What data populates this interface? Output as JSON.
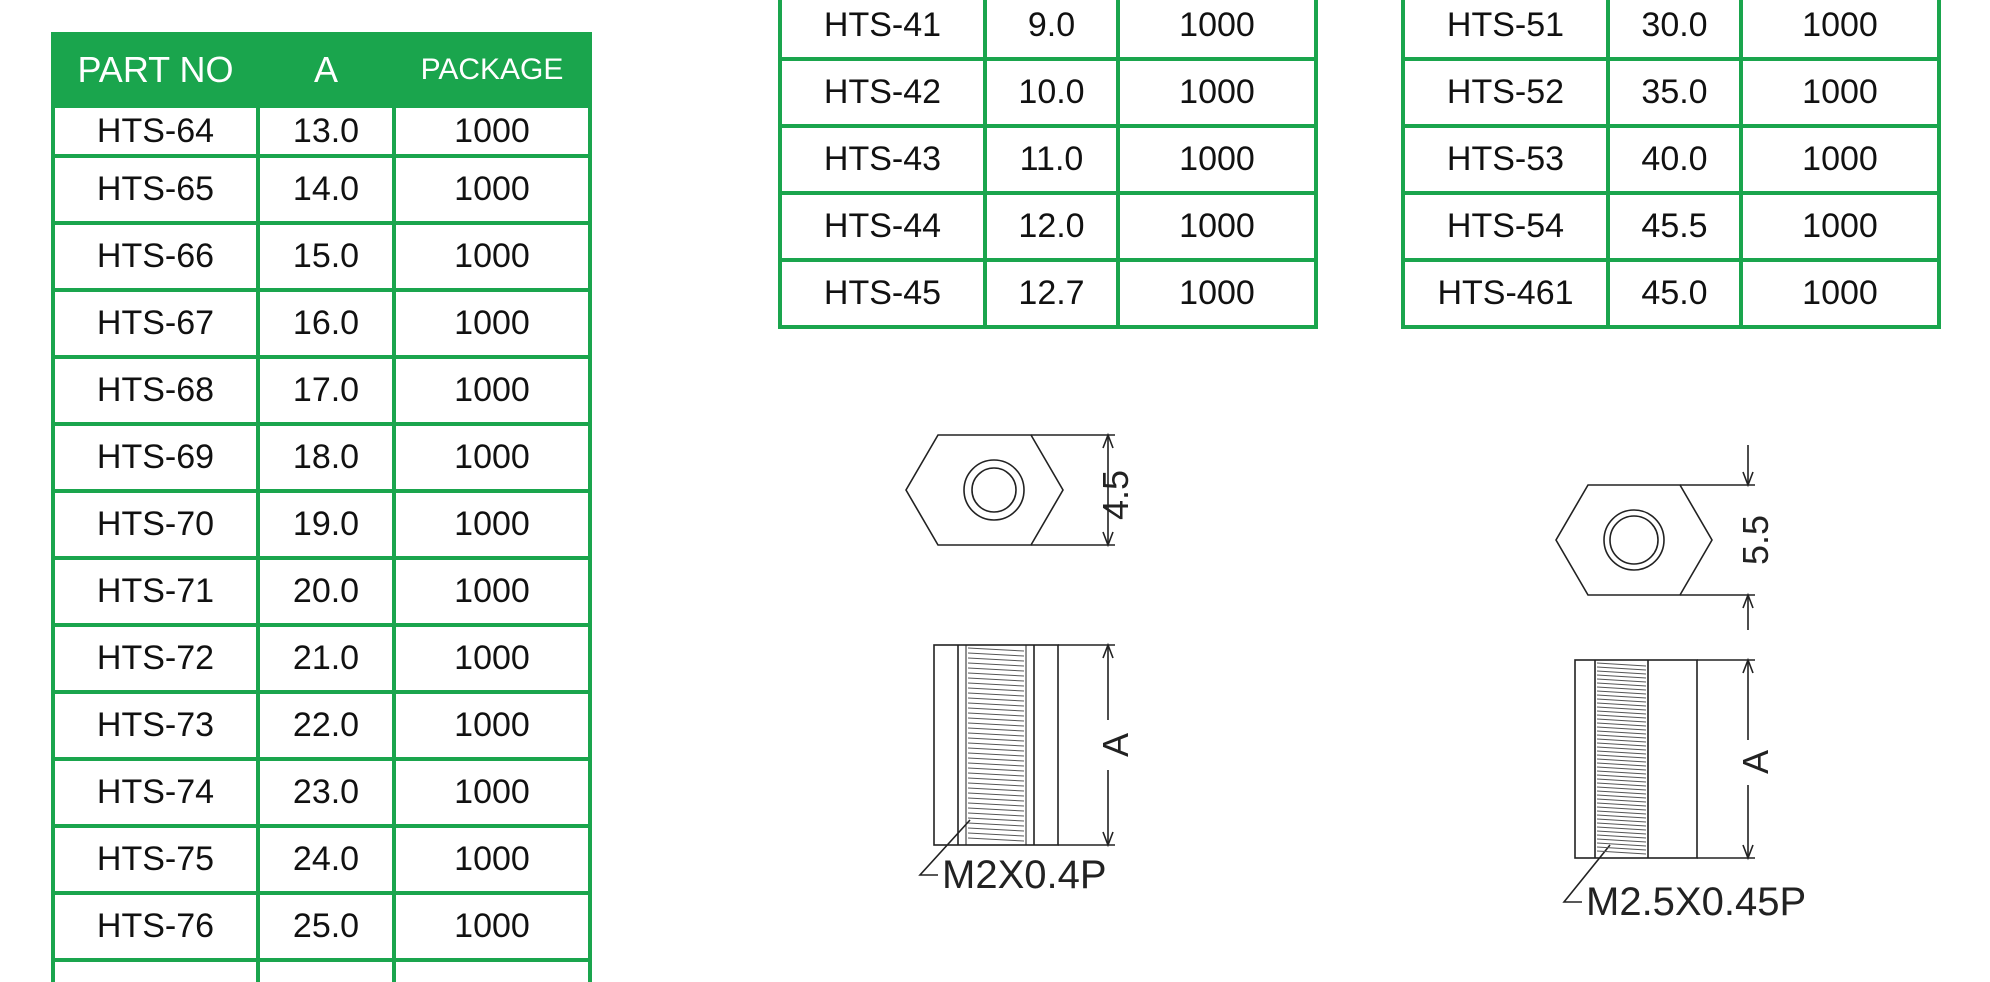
{
  "left_table": {
    "headers": {
      "part_no": "PART NO",
      "a": "A",
      "package": "PACKAGE"
    },
    "rows": [
      {
        "part": "HTS-64",
        "a": "13.0",
        "package": "1000"
      },
      {
        "part": "HTS-65",
        "a": "14.0",
        "package": "1000"
      },
      {
        "part": "HTS-66",
        "a": "15.0",
        "package": "1000"
      },
      {
        "part": "HTS-67",
        "a": "16.0",
        "package": "1000"
      },
      {
        "part": "HTS-68",
        "a": "17.0",
        "package": "1000"
      },
      {
        "part": "HTS-69",
        "a": "18.0",
        "package": "1000"
      },
      {
        "part": "HTS-70",
        "a": "19.0",
        "package": "1000"
      },
      {
        "part": "HTS-71",
        "a": "20.0",
        "package": "1000"
      },
      {
        "part": "HTS-72",
        "a": "21.0",
        "package": "1000"
      },
      {
        "part": "HTS-73",
        "a": "22.0",
        "package": "1000"
      },
      {
        "part": "HTS-74",
        "a": "23.0",
        "package": "1000"
      },
      {
        "part": "HTS-75",
        "a": "24.0",
        "package": "1000"
      },
      {
        "part": "HTS-76",
        "a": "25.0",
        "package": "1000"
      }
    ]
  },
  "middle_table": {
    "rows": [
      {
        "part": "HTS-41",
        "a": "9.0",
        "package": "1000"
      },
      {
        "part": "HTS-42",
        "a": "10.0",
        "package": "1000"
      },
      {
        "part": "HTS-43",
        "a": "11.0",
        "package": "1000"
      },
      {
        "part": "HTS-44",
        "a": "12.0",
        "package": "1000"
      },
      {
        "part": "HTS-45",
        "a": "12.7",
        "package": "1000"
      }
    ]
  },
  "right_table": {
    "rows": [
      {
        "part": "HTS-51",
        "a": "30.0",
        "package": "1000"
      },
      {
        "part": "HTS-52",
        "a": "35.0",
        "package": "1000"
      },
      {
        "part": "HTS-53",
        "a": "40.0",
        "package": "1000"
      },
      {
        "part": "HTS-54",
        "a": "45.5",
        "package": "1000"
      },
      {
        "part": "HTS-461",
        "a": "45.0",
        "package": "1000"
      }
    ]
  },
  "drawing_m2": {
    "hex_dimension": "4.5",
    "length_label": "A",
    "thread_label": "M2X0.4P"
  },
  "drawing_m25": {
    "hex_dimension": "5.5",
    "length_label": "A",
    "thread_label": "M2.5X0.45P"
  },
  "colors": {
    "table_green": "#1aa54d",
    "line": "#222222"
  }
}
